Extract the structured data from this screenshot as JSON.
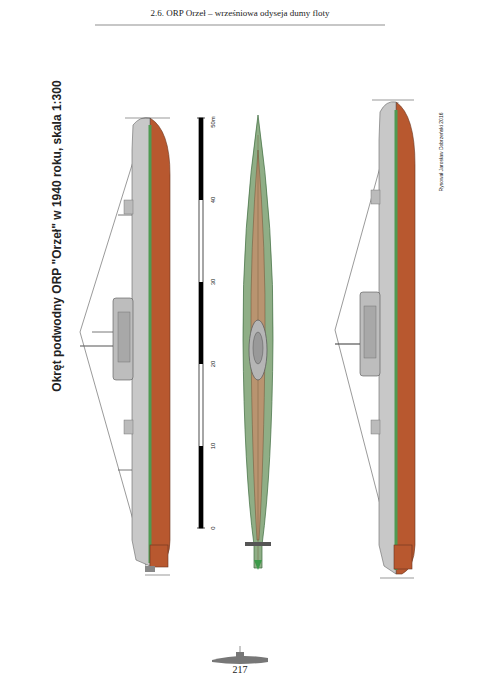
{
  "diagram": {
    "title": "Okręt podwodny ORP \"Orzeł\" w 1940 roku, skala 1:300",
    "labels": [
      "2.6. ORP Orzeł – wrześniowa odyseja dumy floty",
      "0",
      "10",
      "20",
      "30",
      "40",
      "50m",
      "Rysował Jarosław Dobrzeński 2016",
      "217"
    ]
  }
}
